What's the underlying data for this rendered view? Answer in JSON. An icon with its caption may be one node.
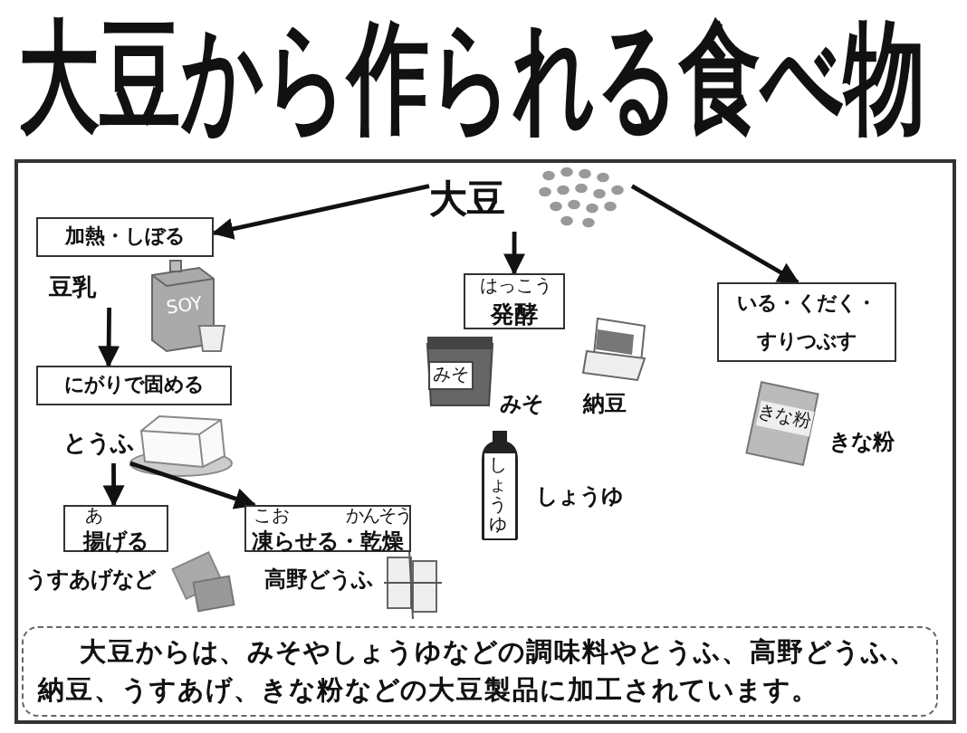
{
  "diagram": {
    "title": "大豆から作られる食べ物",
    "nodes": [
      {
        "text": [
          "大豆"
        ]
      },
      {
        "text": [
          "加熱・しぼる"
        ]
      },
      {
        "text": [
          "豆乳"
        ]
      },
      {
        "text": [
          "にがりで固める"
        ]
      },
      {
        "text": [
          "とうふ"
        ]
      },
      {
        "text": [
          "あ",
          "揚げる"
        ]
      },
      {
        "text": [
          "こお",
          "かんそう",
          "凍らせる・乾燥"
        ]
      },
      {
        "text": [
          "はっこう",
          "発酵"
        ]
      },
      {
        "text": [
          "いる・くだく・すりつぶす"
        ]
      },
      {
        "text": [
          "大豆からは、みそやしょうゆなどの調味料やとうふ、高野どうふ、納豆、うすあげ、きな粉などの大豆製品に加工されています。"
        ]
      }
    ],
    "edges": [
      {
        "from": 0,
        "to": 1,
        "arrow": "to"
      },
      {
        "from": 0,
        "to": 7,
        "arrow": "to"
      },
      {
        "from": 0,
        "to": 8,
        "arrow": "to"
      },
      {
        "from": 2,
        "to": 3,
        "arrow": "to"
      },
      {
        "from": 4,
        "to": 5,
        "arrow": "to"
      },
      {
        "from": 4,
        "to": 6,
        "arrow": "to"
      }
    ],
    "labels": [
      "SOY",
      "みそ",
      "みそ",
      "納豆",
      "しょうゆ",
      "しょうゆ",
      "きな粉",
      "きな粉",
      "うすあげなど",
      "高野どうふ"
    ]
  }
}
